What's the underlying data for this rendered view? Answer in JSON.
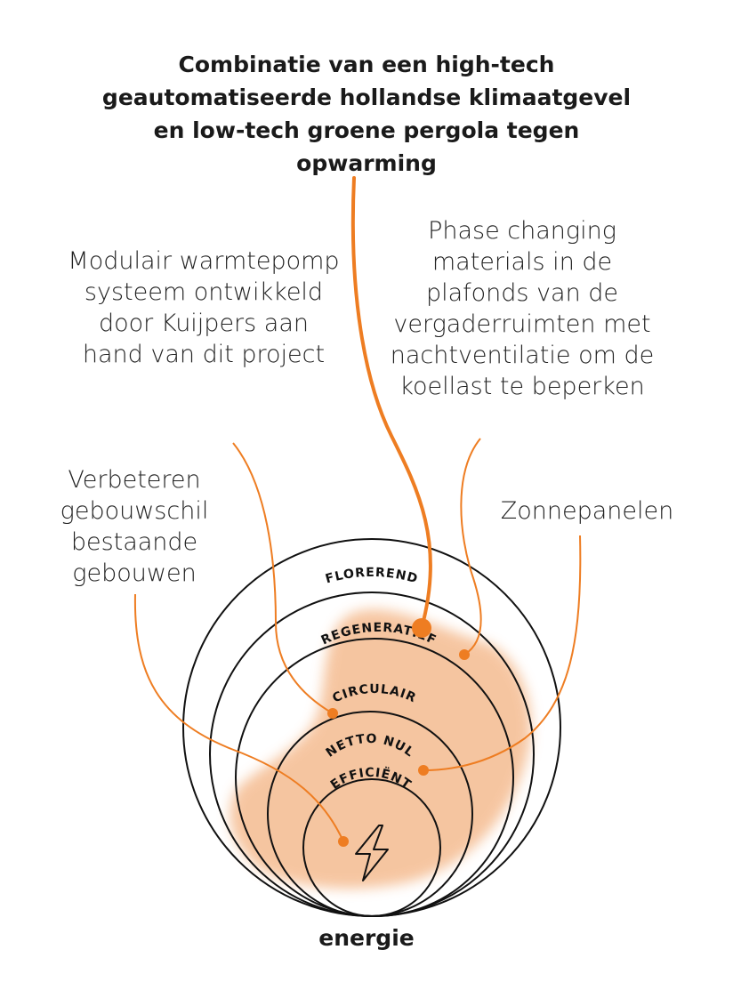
{
  "title": "Combinatie van een high-tech geautomatiseerde hollandse klimaatgevel en low-tech groene pergola tegen opwarming",
  "annotations": {
    "modulair": "Modulair warmtepomp systeem ontwikkeld door Kuijpers aan hand van dit project",
    "phase": "Phase changing materials in de plafonds van de vergaderruimten met nachtventilatie om de koellast te beperken",
    "gebouwschil": "Verbeteren gebouwschil bestaande gebouwen",
    "zonnepanelen": "Zonnepanelen"
  },
  "rings": [
    "FLOREREND",
    "REGENERATIEF",
    "CIRCULAIR",
    "NETTO NUL",
    "EFFICIËNT"
  ],
  "center_label": "energie",
  "colors": {
    "accent": "#EE7D22",
    "blob": "#F4B98C",
    "ring": "#111111"
  },
  "icons": {
    "center": "lightning-bolt-icon"
  }
}
